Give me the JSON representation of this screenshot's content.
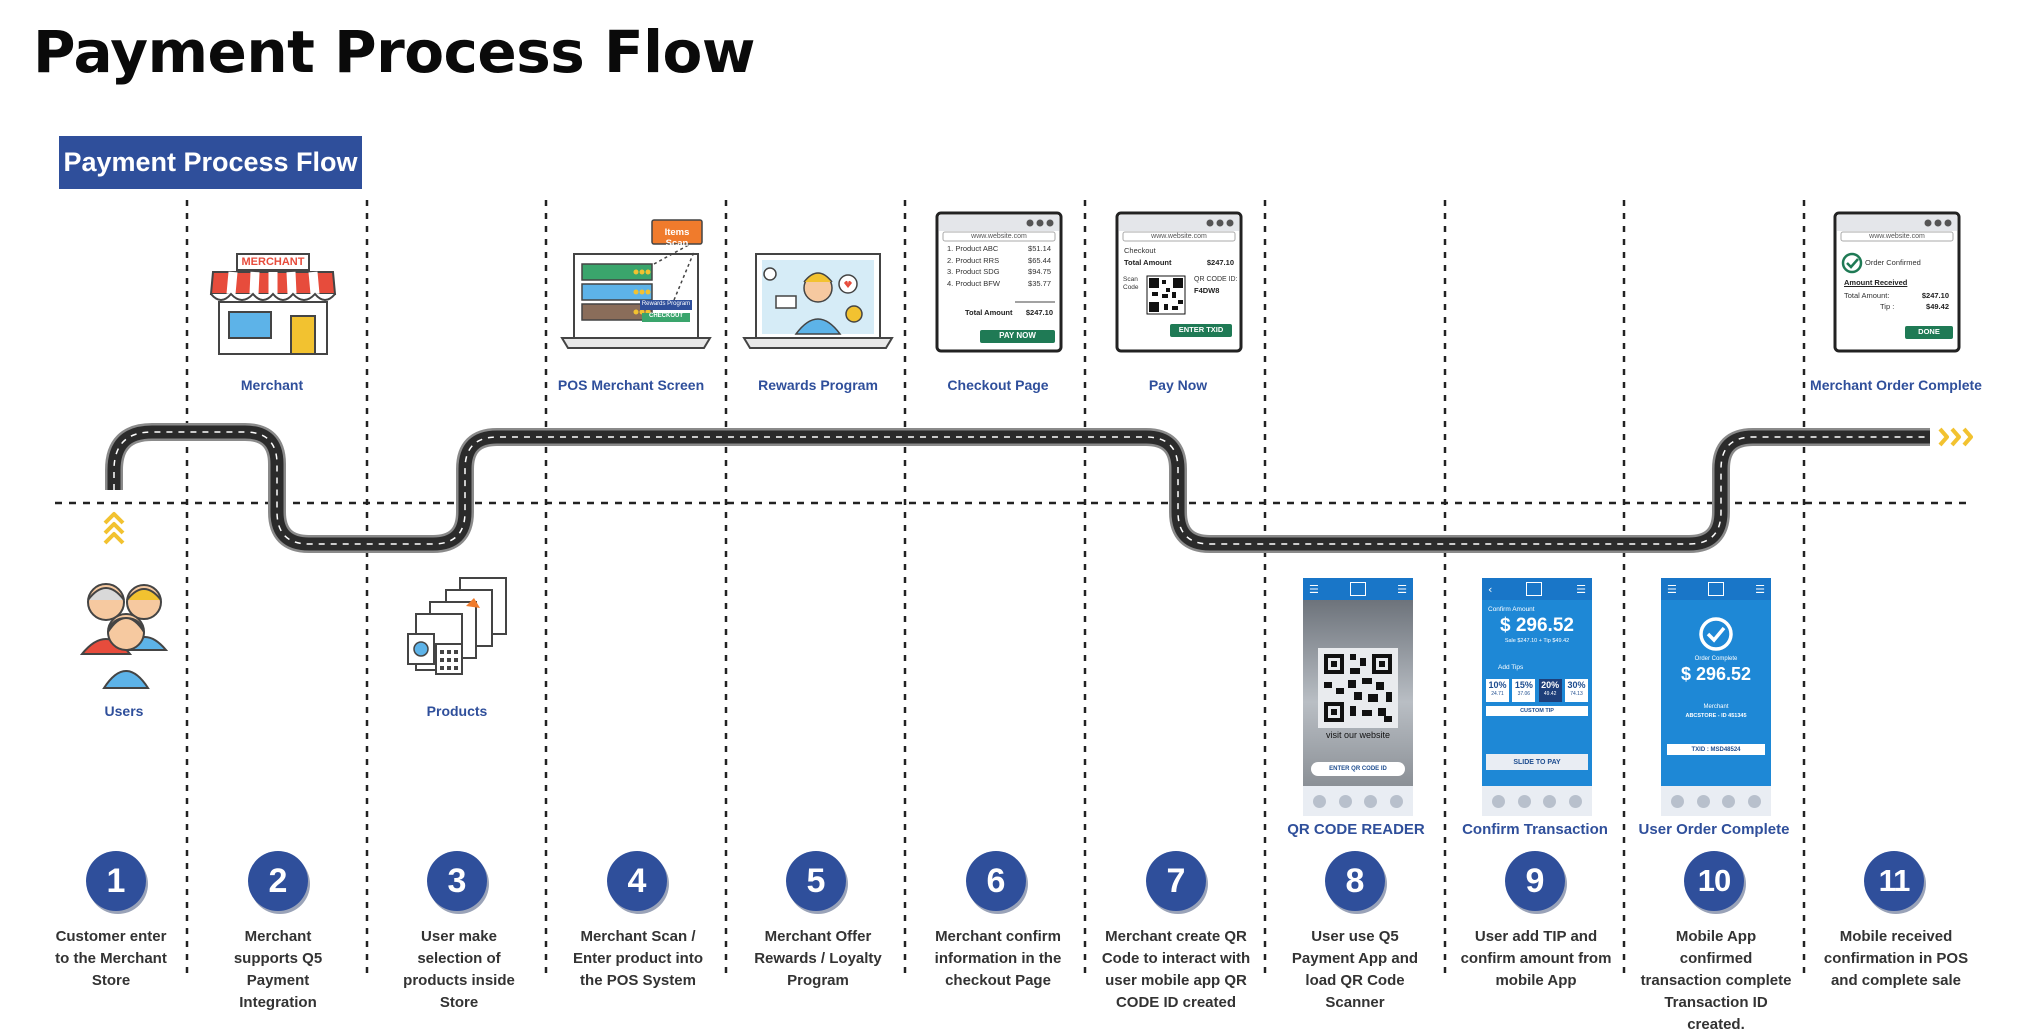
{
  "page_title": "Payment Process Flow",
  "banner": "Payment Process Flow",
  "colors": {
    "brand_blue": "#2f4f9b",
    "road": "#2b2b2b",
    "accent_yellow": "#f2c230",
    "phone_blue": "#1e88d6"
  },
  "top_labels": {
    "merchant": "Merchant",
    "pos": "POS Merchant Screen",
    "rewards": "Rewards Program",
    "checkout": "Checkout Page",
    "paynow": "Pay Now",
    "order_complete": "Merchant Order Complete"
  },
  "bottom_labels": {
    "users": "Users",
    "products": "Products",
    "qr_reader": "QR CODE READER",
    "confirm_tx": "Confirm Transaction",
    "user_order": "User Order Complete"
  },
  "pos": {
    "items_scan": "Items Scan",
    "rewards_program": "Rewards Program",
    "checkout": "CHECKOUT"
  },
  "merchant_sign": "MERCHANT",
  "checkout_card": {
    "url": "www.website.com",
    "items": [
      {
        "name": "1. Product ABC",
        "price": "$51.14"
      },
      {
        "name": "2. Product RRS",
        "price": "$65.44"
      },
      {
        "name": "3. Product SDG",
        "price": "$94.75"
      },
      {
        "name": "4. Product BFW",
        "price": "$35.77"
      }
    ],
    "total_label": "Total Amount",
    "total": "$247.10",
    "button": "PAY NOW"
  },
  "paynow_card": {
    "url": "www.website.com",
    "heading": "Checkout",
    "total_label": "Total Amount",
    "total": "$247.10",
    "scan_code": "Scan Code",
    "qr_id_label": "QR CODE ID:",
    "qr_id": "F4DW8",
    "button": "ENTER TXID"
  },
  "complete_card": {
    "url": "www.website.com",
    "confirmed": "Order Confirmed",
    "received": "Amount Received",
    "total_label": "Total Amount:",
    "total": "$247.10",
    "tip_label": "Tip :",
    "tip": "$49.42",
    "button": "DONE"
  },
  "phone_qr": {
    "caption": "visit our website",
    "button": "ENTER QR CODE ID"
  },
  "phone_confirm": {
    "label": "Confirm Amount",
    "amount": "$ 296.52",
    "sub": "Sale $247.10 + Tip $49.42",
    "tips_label": "Add Tips",
    "tips": [
      {
        "pct": "10%",
        "val": "24.71"
      },
      {
        "pct": "15%",
        "val": "37.06"
      },
      {
        "pct": "20%",
        "val": "49.42"
      },
      {
        "pct": "30%",
        "val": "74.13"
      }
    ],
    "custom": "CUSTOM TIP",
    "slide": "SLIDE TO PAY"
  },
  "phone_complete": {
    "label": "Order Complete",
    "amount": "$ 296.52",
    "merchant_label": "Merchant",
    "merchant": "ABCSTORE - ID 451345",
    "txid": "TXID : MSD48524"
  },
  "steps": [
    {
      "n": "1",
      "text": "Customer enter to the Merchant Store"
    },
    {
      "n": "2",
      "text": "Merchant supports Q5 Payment Integration"
    },
    {
      "n": "3",
      "text": "User make selection of products inside Store"
    },
    {
      "n": "4",
      "text": "Merchant Scan / Enter product into the POS System"
    },
    {
      "n": "5",
      "text": "Merchant Offer Rewards / Loyalty Program"
    },
    {
      "n": "6",
      "text": "Merchant confirm information in the checkout Page"
    },
    {
      "n": "7",
      "text": "Merchant create QR Code to interact with user mobile app QR CODE ID created"
    },
    {
      "n": "8",
      "text": "User use Q5 Payment App and load QR Code Scanner"
    },
    {
      "n": "9",
      "text": "User add TIP and confirm amount from mobile App"
    },
    {
      "n": "10",
      "text": "Mobile App confirmed transaction complete Transaction ID created."
    },
    {
      "n": "11",
      "text": "Mobile received confirmation in POS and complete sale"
    }
  ]
}
